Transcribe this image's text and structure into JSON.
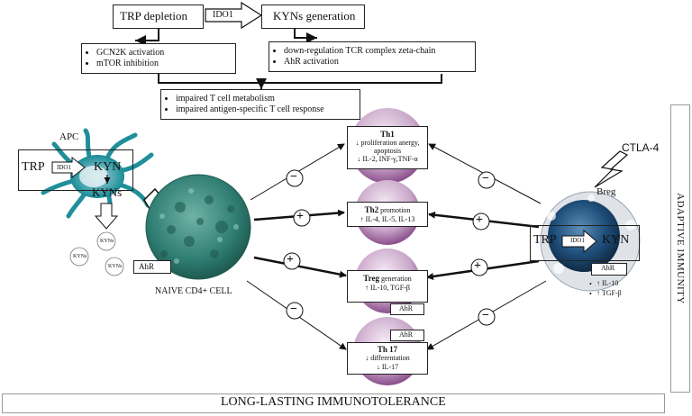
{
  "top": {
    "trp_depletion": "TRP depletion",
    "ido1": "IDO1",
    "kyns_generation": "KYNs generation",
    "left_effects": [
      "GCN2K activation",
      "mTOR inhibition"
    ],
    "right_effects": [
      "down-regulation TCR complex zeta-chain",
      "AhR activation"
    ],
    "combined_effects": [
      "impaired T cell metabolism",
      "impaired antigen-specific T cell response"
    ]
  },
  "apc": {
    "label": "APC",
    "trp": "TRP",
    "ido1": "IDO1",
    "kyn": "KYN",
    "kyns": "KYNs",
    "kyns_small": "KYNs"
  },
  "naive": {
    "ahr": "AhR",
    "label": "NAIVE CD4+ CELL"
  },
  "cells": {
    "th1": {
      "name": "Th1",
      "lines": [
        "↓ proliferation anergy,",
        "apoptosis",
        "↓ IL-2, INF-γ,TNF-α"
      ]
    },
    "th2": {
      "name": "Th2",
      "suffix": " promotion",
      "lines": [
        "↑ IL-4, IL-5, IL-13"
      ]
    },
    "treg": {
      "name": "Treg",
      "suffix": " generation",
      "lines": [
        "↑ IL-10, TGF-β"
      ],
      "ahr": "AhR"
    },
    "th17": {
      "name": "Th 17",
      "lines": [
        "↓ differentation",
        "↓ IL-17"
      ],
      "ahr": "AhR"
    }
  },
  "signs": {
    "minus": "−",
    "plus": "+"
  },
  "breg": {
    "ctla4": "CTLA-4",
    "label": "Breg",
    "trp": "TRP",
    "ido1": "IDO1",
    "kyn": "KYN",
    "ahr": "AhR",
    "cytokines": [
      "↑ IL-10",
      "↑ TGF-β"
    ]
  },
  "side_label": "ADAPTIVE IMMUNITY",
  "bottom_label": "LONG-LASTING IMMUNOTOLERANCE",
  "colors": {
    "naive_cell": "#2f7d72",
    "apc_cell": "#1f8f9a",
    "th_cell": "#c9a6c9",
    "breg_cell": "#1e4e7a"
  }
}
